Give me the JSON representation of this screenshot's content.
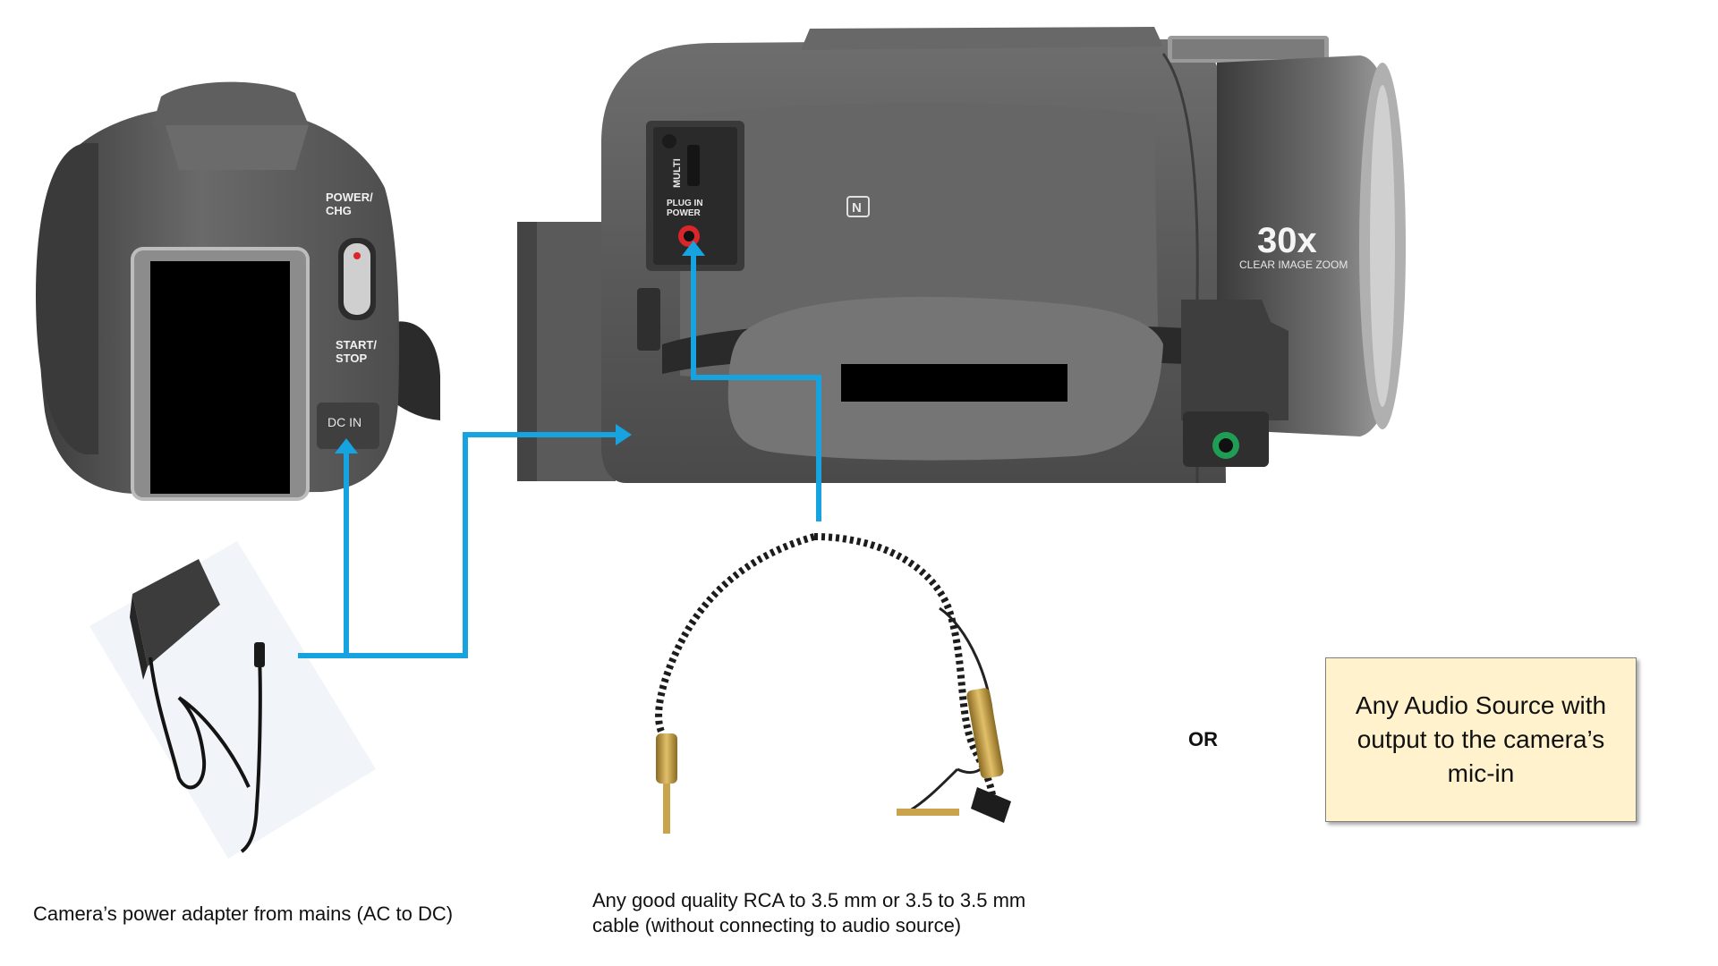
{
  "camera_labels": {
    "power_chg": "POWER/\nCHG",
    "start_stop": "START/\nSTOP",
    "dc_in": "DC IN",
    "multi": "MULTI",
    "plug_in_power": "PLUG IN\nPOWER",
    "zoom_value": "30x",
    "zoom_caption": "CLEAR IMAGE ZOOM",
    "nfc_mark": "N"
  },
  "captions": {
    "adapter": "Camera’s power adapter from mains (AC to DC)",
    "cable": "Any good quality RCA to 3.5 mm or 3.5 to 3.5 mm cable (without connecting to audio source)"
  },
  "or_label": "OR",
  "audio_source_box": {
    "text": "Any Audio Source with output to the camera’s mic-in"
  },
  "colors": {
    "connector_line": "#16a3e0",
    "audio_box_fill": "#fff2cc",
    "camera_body": "#5d5d5d",
    "camera_dark": "#3f3f3f",
    "mic_jack_ring": "#d9262b",
    "headphone_jack_ring": "#1f9d55",
    "cable_gold": "#c8a24a"
  },
  "icons": {
    "camera_rear": "camcorder-rear-view",
    "camera_side": "camcorder-side-view",
    "adapter": "power-adapter-icon",
    "cable": "coiled-audio-cable-icon",
    "nfc": "nfc-icon"
  }
}
